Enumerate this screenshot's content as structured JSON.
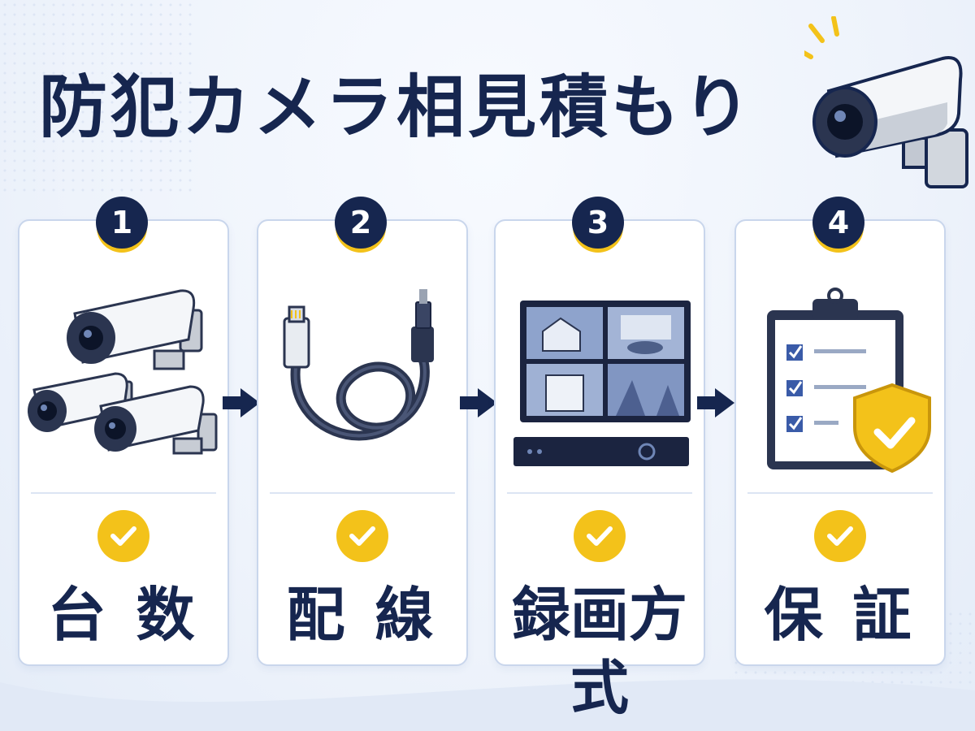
{
  "page": {
    "title": "防犯カメラ相見積もり"
  },
  "colors": {
    "navy": "#16264f",
    "accent_yellow": "#f3c21a",
    "card_border": "#c9d6ec"
  },
  "steps": [
    {
      "number": "1",
      "label": "台 数",
      "icon": "security-cameras-icon"
    },
    {
      "number": "2",
      "label": "配 線",
      "icon": "cable-icon"
    },
    {
      "number": "3",
      "label": "録画方式",
      "icon": "monitor-recorder-icon"
    },
    {
      "number": "4",
      "label": "保 証",
      "icon": "clipboard-shield-icon"
    }
  ]
}
